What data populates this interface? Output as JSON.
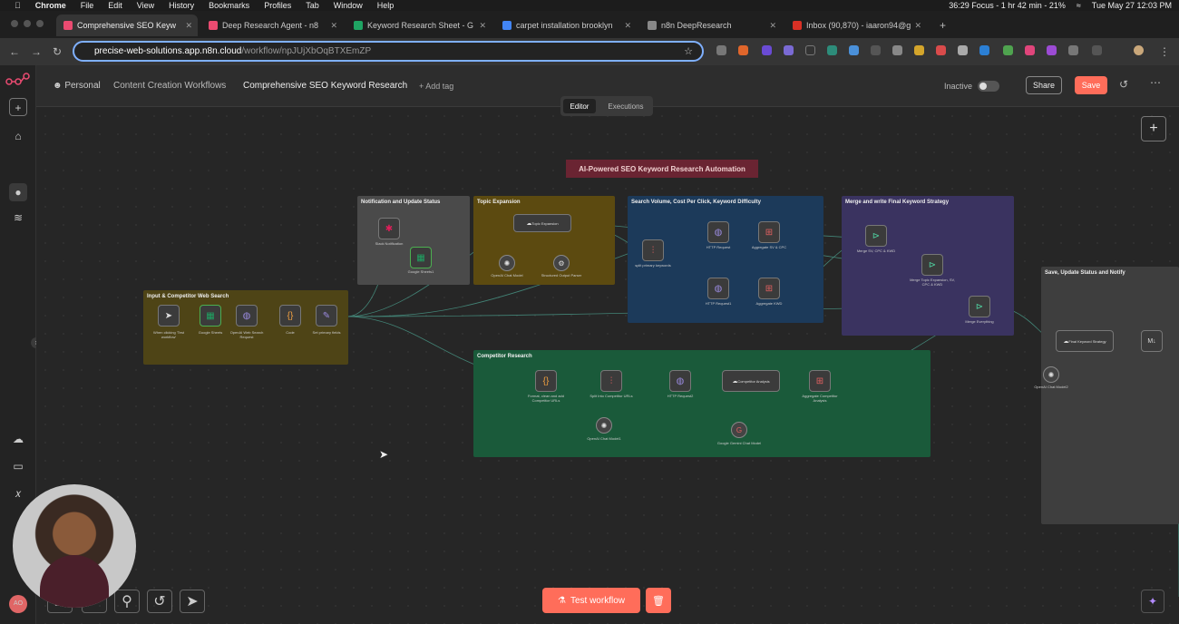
{
  "menubar": {
    "app": "Chrome",
    "items": [
      "File",
      "Edit",
      "View",
      "History",
      "Bookmarks",
      "Profiles",
      "Tab",
      "Window",
      "Help"
    ],
    "focus": "36:29 Focus - 1 hr 42 min - 21%",
    "datetime": "Tue May 27  12:03 PM"
  },
  "tabs": [
    {
      "label": "Comprehensive SEO Keyw",
      "color": "#ea4b71"
    },
    {
      "label": "Deep Research Agent - n8",
      "color": "#ea4b71"
    },
    {
      "label": "Keyword Research Sheet - G",
      "color": "#1fa463"
    },
    {
      "label": "carpet installation brooklyn",
      "color": "#4285f4"
    },
    {
      "label": "n8n DeepResearch",
      "color": "#888888"
    },
    {
      "label": "Inbox (90,870) - iaaron94@g",
      "color": "#d93025"
    }
  ],
  "address": {
    "host": "precise-web-solutions.app.n8n.cloud",
    "path": "/workflow/npJUjXbOqBTXEmZP"
  },
  "breadcrumb": {
    "owner": "Personal",
    "folder": "Content Creation Workflows",
    "workflow": "Comprehensive SEO Keyword Research",
    "add_tag": "+ Add tag"
  },
  "header": {
    "status": "Inactive",
    "share": "Share",
    "save": "Save"
  },
  "view_tabs": {
    "editor": "Editor",
    "executions": "Executions"
  },
  "sticky_title": "AI-Powered SEO Keyword Research Automation",
  "groups": {
    "input": "Input & Competitor Web Search",
    "notification": "Notification and Update Status",
    "topic": "Topic Expansion",
    "search": "Search Volume, Cost Per Click, Keyword Difficulty",
    "merge": "Merge and write Final Keyword Strategy",
    "competitor": "Competitor Research",
    "save": "Save, Update Status and Notify"
  },
  "nodes": {
    "trigger": "When clicking 'Test workflow'",
    "sheets": "Google Sheets",
    "openai_search": "OpenAI Web Search Request",
    "code": "Code",
    "set": "Set primary fields",
    "slack": "Slack Notification",
    "sheets2": "Google Sheets1",
    "topic": "Topic Expansion",
    "chat": "OpenAI Chat Model",
    "structured": "Structured Output Parser",
    "split": "split primary keywords",
    "http1": "HTTP Request",
    "agg1": "Aggregate SV & CPC",
    "http2": "HTTP Request1",
    "agg2": "Aggregate KWD",
    "merge1": "Merge SV, CPC & KWD",
    "merge2": "Merge Topic Expansion, SV, CPC & KWD",
    "merge3": "Merge Everything",
    "format": "Format, clean and add Competitor URLs",
    "split2": "Split Into Competitor URLs",
    "http3": "HTTP Request2",
    "analysis": "Competitor Analysis",
    "agg3": "Aggregate Competitor Analysis",
    "chat2": "OpenAI Chat Model1",
    "gemini": "Google Gemini Chat Model",
    "final": "Final Keyword Strategy",
    "chat3": "OpenAI Chat Model2"
  },
  "bottom": {
    "test": "Test workflow"
  },
  "colors": {
    "accent": "#ff6d5a",
    "brand": "#ea4b71"
  }
}
